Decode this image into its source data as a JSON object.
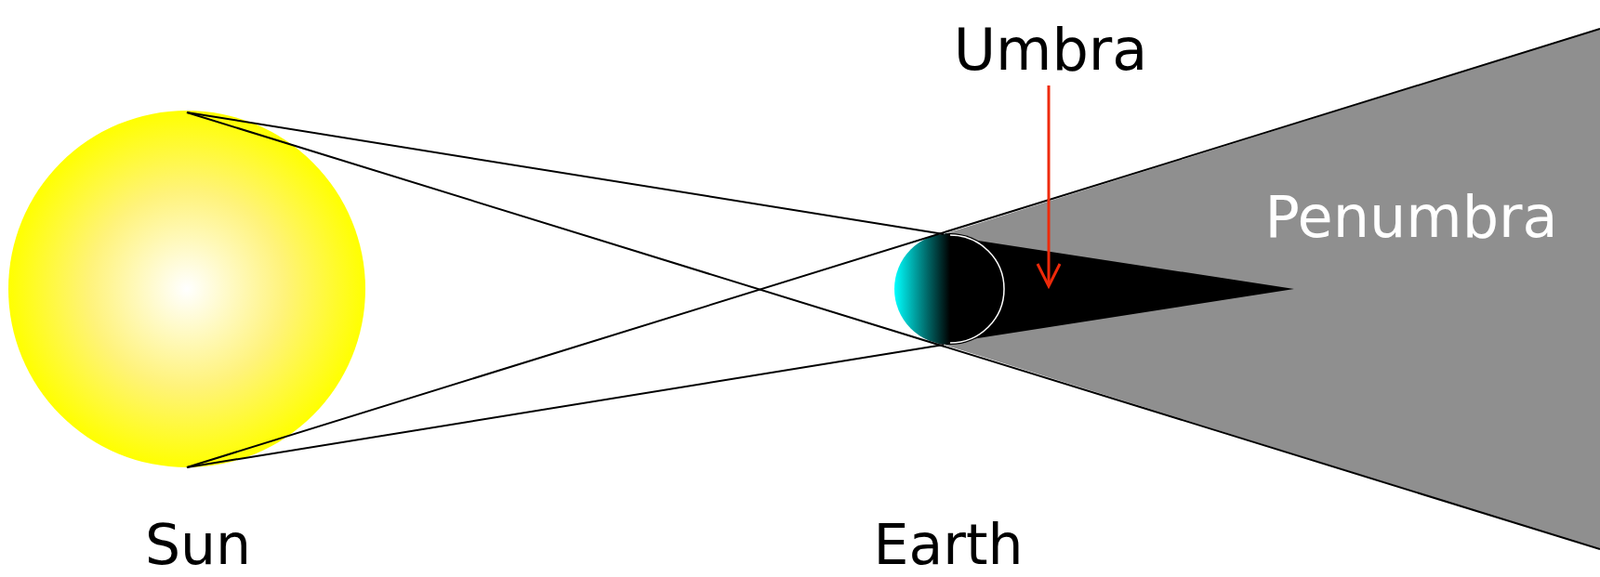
{
  "diagram": {
    "labels": [
      "Umbra",
      "Penumbra",
      "Sun",
      "Earth"
    ]
  }
}
